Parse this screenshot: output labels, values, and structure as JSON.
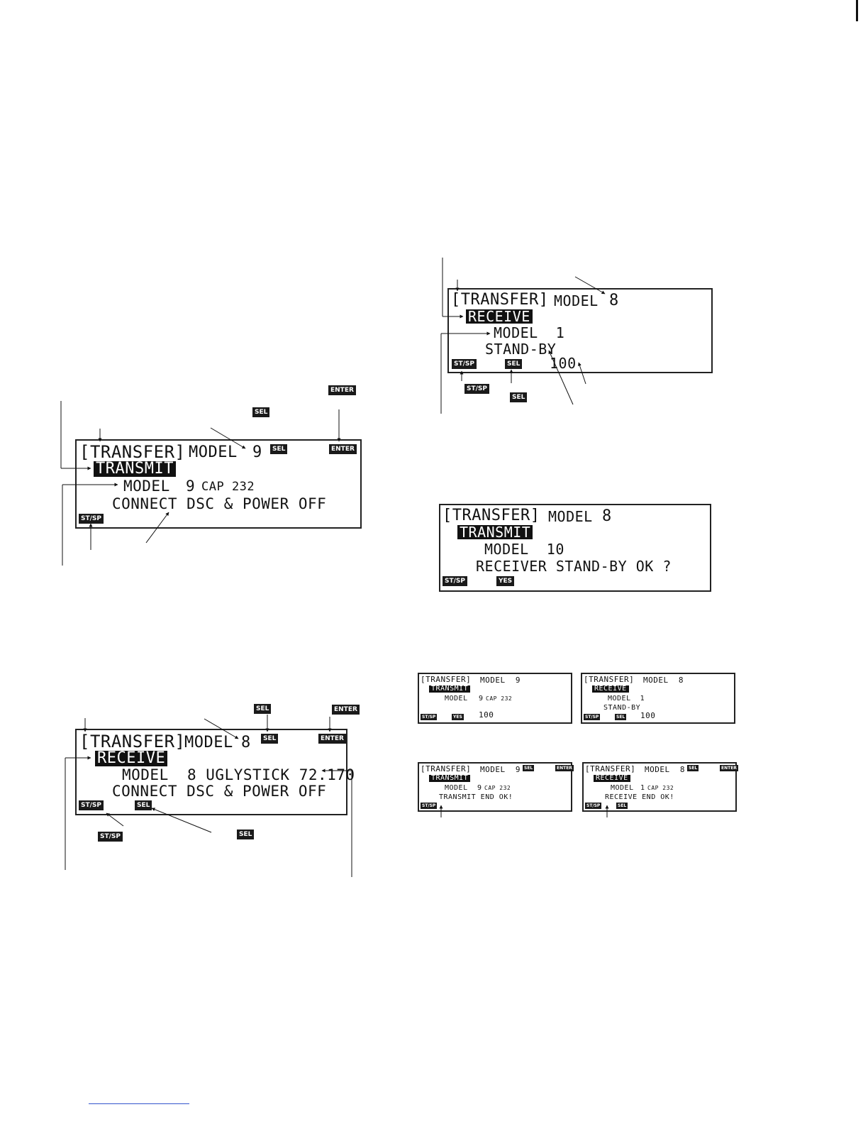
{
  "screens": {
    "transmit_large": {
      "header": "[TRANSFER]",
      "model_label": "MODEL",
      "model_num": "9",
      "mode": "TRANSMIT",
      "line3_model": "MODEL",
      "line3_num": "9",
      "line3_name": "CAP 232",
      "line4": "CONNECT DSC & POWER OFF",
      "btn_sel": "SEL",
      "btn_enter": "ENTER",
      "btn_stsp": "ST/SP"
    },
    "receive_large": {
      "header": "[TRANSFER]",
      "model_label": "MODEL",
      "model_num": "8",
      "mode": "RECEIVE",
      "line3": "MODEL  8 UGLYSTICK 72.170",
      "line4": "CONNECT DSC & POWER OFF",
      "btn_sel": "SEL",
      "btn_enter": "ENTER",
      "btn_stsp": "ST/SP"
    },
    "receive_standby": {
      "header": "[TRANSFER]",
      "model_label": "MODEL",
      "model_num": "8",
      "mode": "RECEIVE",
      "line3": "MODEL  1",
      "line4": "STAND-BY",
      "count": "100",
      "btn_sel": "SEL",
      "btn_stsp": "ST/SP"
    },
    "transmit_confirm": {
      "header": "[TRANSFER]",
      "model_label": "MODEL",
      "model_num": "8",
      "mode": "TRANSMIT",
      "line3": "MODEL  10",
      "line4": "RECEIVER STAND-BY OK ?",
      "btn_stsp": "ST/SP",
      "btn_yes": "YES"
    },
    "small_transmit_progress": {
      "header": "[TRANSFER]",
      "model": "MODEL  9",
      "mode": "TRANSMIT",
      "line3_model": "MODEL",
      "line3_num": "9",
      "line3_name": "CAP 232",
      "count": "100",
      "btn_stsp": "ST/SP",
      "btn_yes": "YES"
    },
    "small_receive_progress": {
      "header": "[TRANSFER]",
      "model": "MODEL  8",
      "mode": "RECEIVE",
      "line3": "MODEL  1",
      "line4": "STAND-BY",
      "count": "100",
      "btn_stsp": "ST/SP",
      "btn_sel": "SEL"
    },
    "small_transmit_end": {
      "header": "[TRANSFER]",
      "model": "MODEL  9",
      "mode": "TRANSMIT",
      "line3_model": "MODEL",
      "line3_num": "9",
      "line3_name": "CAP 232",
      "line4": "TRANSMIT END OK!",
      "btn_sel": "SEL",
      "btn_enter": "ENTER",
      "btn_stsp": "ST/SP"
    },
    "small_receive_end": {
      "header": "[TRANSFER]",
      "model": "MODEL  8",
      "mode": "RECEIVE",
      "line3_model": "MODEL",
      "line3_num": "1",
      "line3_name": "CAP 232",
      "line4": "RECEIVE END OK!",
      "btn_sel": "SEL",
      "btn_enter": "ENTER",
      "btn_stsp": "ST/SP",
      "btn_sel2": "SEL"
    }
  },
  "callout_keys": {
    "enter_top": "ENTER",
    "sel_top": "SEL",
    "sel_top2": "SEL",
    "enter_top2": "ENTER",
    "stsp_bottom": "ST/SP",
    "sel_bottom": "SEL",
    "stsp_bottom2": "ST/SP",
    "sel_bottom2": "SEL"
  }
}
